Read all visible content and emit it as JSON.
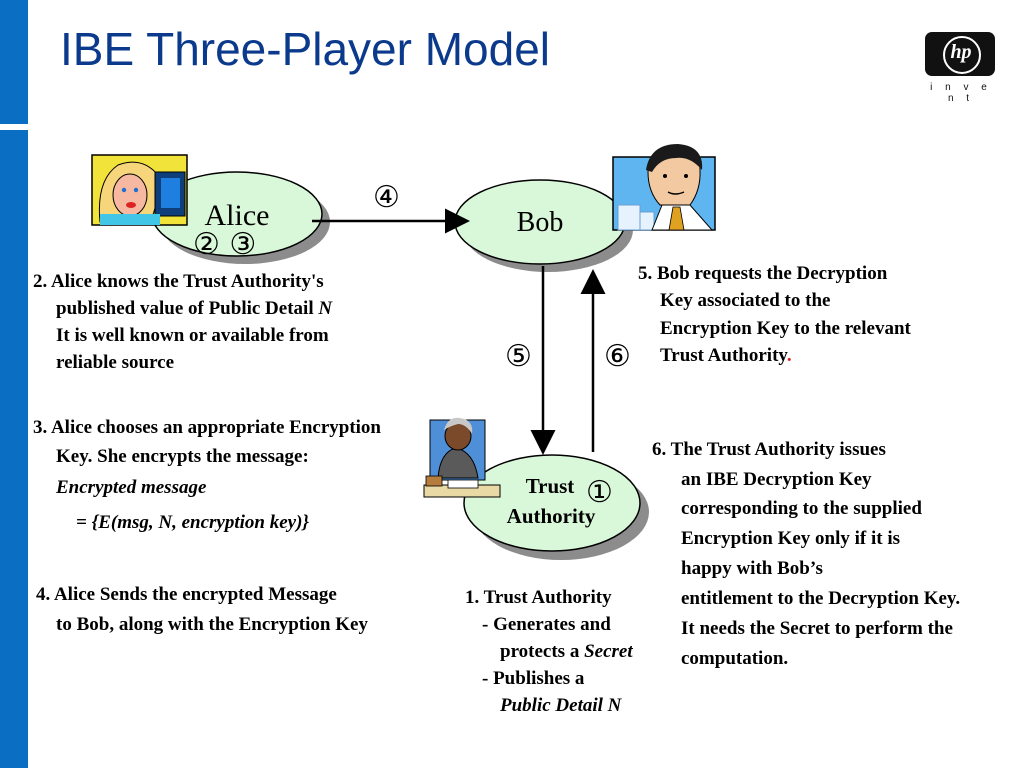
{
  "slide": {
    "title": "IBE Three-Player Model",
    "accent_color": "#0b3a8c",
    "bar_color": "#0a6fc2"
  },
  "logo": {
    "brand": "hp",
    "tagline": "i n v e n t"
  },
  "nodes": {
    "alice": {
      "label": "Alice",
      "steps": "② ③"
    },
    "bob": {
      "label": "Bob"
    },
    "authority": {
      "label_line1": "Trust",
      "label_line2": "Authority",
      "step": "①"
    }
  },
  "arrows": {
    "alice_to_bob": "④",
    "bob_to_authority": "⑤",
    "authority_to_bob": "⑥"
  },
  "icons": [
    "alice-portrait-icon",
    "bob-portrait-icon",
    "authority-portrait-icon"
  ],
  "notes": {
    "alice_knows": {
      "line1": "2. Alice knows the Trust Authority's",
      "line2_text": "published value of Public Detail ",
      "line2_italic": "N",
      "line3": "It is well  known or available from",
      "line4": "reliable source"
    },
    "alice_chooses": {
      "line1": "3. Alice chooses an appropriate Encryption",
      "line2": "Key. She encrypts the message:",
      "line3": "Encrypted message",
      "line4": "= {E(msg, N, encryption key)}"
    },
    "alice_sends": {
      "line1": "4. Alice Sends the encrypted Message",
      "line2": "to Bob, along with the Encryption Key"
    },
    "authority_gen": {
      "line1": "1. Trust Authority",
      "line2": "- Generates and",
      "line3_text": "protects a ",
      "line3_italic": "Secret",
      "line4": "- Publishes a",
      "line5": "Public Detail N"
    },
    "bob_requests": {
      "line1": "5. Bob requests the Decryption",
      "line2": "Key associated to the",
      "line3": "Encryption  Key to the relevant",
      "line4": "Trust Authority",
      "line4_dot": "."
    },
    "authority_issues": {
      "line1": "6. The Trust Authority issues",
      "line2": "an IBE  Decryption  Key",
      "line3": "corresponding  to the supplied",
      "line4": "Encryption Key  only if it is",
      "line5": "happy  with Bob’s",
      "line6": "entitlement to the Decryption Key.",
      "line7": "It needs the  Secret to perform the",
      "line8": "computation."
    }
  }
}
